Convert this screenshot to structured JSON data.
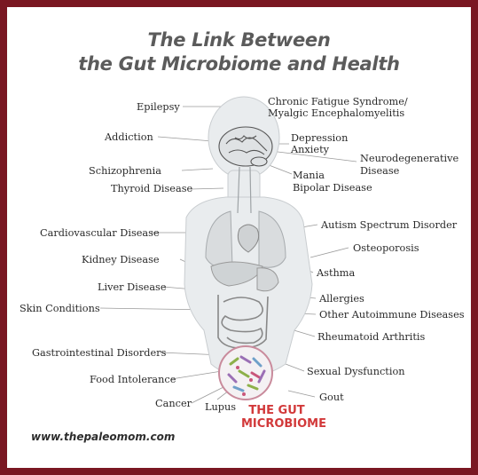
{
  "title": {
    "line1": "The Link Between",
    "line2": "the Gut Microbiome and Health"
  },
  "labels_left": {
    "epilepsy": "Epilepsy",
    "addiction": "Addiction",
    "schizophrenia": "Schizophrenia",
    "thyroid": "Thyroid Disease",
    "cardiovascular": "Cardiovascular Disease",
    "kidney": "Kidney Disease",
    "liver": "Liver Disease",
    "skin": "Skin Conditions",
    "gastro": "Gastrointestinal Disorders",
    "food": "Food Intolerance",
    "cancer": "Cancer",
    "lupus": "Lupus"
  },
  "labels_right": {
    "cfs_line1": "Chronic Fatigue Syndrome/",
    "cfs_line2": "Myalgic Encephalomyelitis",
    "depression": "Depression",
    "anxiety": "Anxiety",
    "neuro_line1": "Neurodegenerative",
    "neuro_line2": "Disease",
    "mania": "Mania",
    "bipolar": "Bipolar Disease",
    "autism": "Autism Spectrum Disorder",
    "osteoporosis": "Osteoporosis",
    "asthma": "Asthma",
    "allergies": "Allergies",
    "autoimmune": "Other Autoimmune Diseases",
    "ra": "Rheumatoid Arthritis",
    "sexual": "Sexual Dysfunction",
    "gout": "Gout"
  },
  "gut_label": {
    "line1": "THE GUT",
    "line2": "MICROBIOME"
  },
  "website": "www.thepaleomom.com",
  "colors": {
    "frame": "#7a1722",
    "title": "#5b5b5b",
    "gut_label": "#d2393a",
    "body_outline": "#c9cdd0",
    "organs": "#d9dcde"
  }
}
